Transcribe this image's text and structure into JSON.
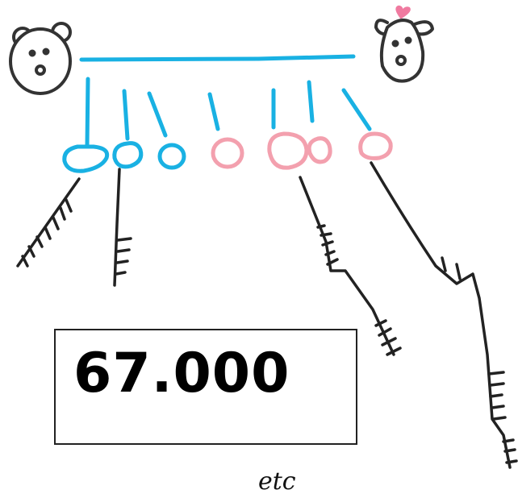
{
  "diagram": {
    "count": "67.000",
    "trailing_note": "etc",
    "colors": {
      "male_line": "#19b1e3",
      "female_line": "#f3a0ae",
      "ink": "#222222",
      "heart": "#f07aa0"
    },
    "offspring": [
      {
        "sex": "male"
      },
      {
        "sex": "male"
      },
      {
        "sex": "male"
      },
      {
        "sex": "female"
      },
      {
        "sex": "female"
      },
      {
        "sex": "female"
      },
      {
        "sex": "female"
      }
    ]
  }
}
